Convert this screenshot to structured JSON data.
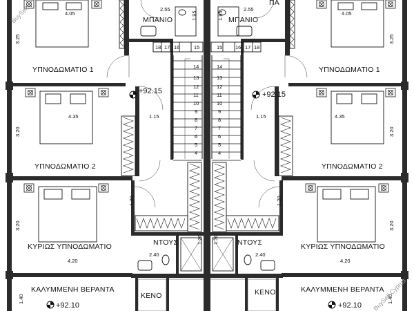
{
  "rooms": {
    "bath_left": "ΜΠΑΝΙΟ",
    "bath_right": "ΜΠΑΝΙΟ",
    "bed1_left": "ΥΠΝΟΔΩΜΑΤΙΟ 1",
    "bed1_right": "ΥΠΝΟΔΩΜΑΤΙΟ 1",
    "bed2_left": "ΥΠΝΟΔΩΜΑΤΙΟ 2",
    "bed2_right": "ΥΠΝΟΔΩΜΑΤΙΟ 2",
    "master_left": "ΚΥΡΙΩΣ ΥΠΝΟΔΩΜΑΤΙΟ",
    "master_right": "ΚΥΡΙΩΣ ΥΠΝΟΔΩΜΑΤΙΟ",
    "shower_left": "ΝΤΟΥΣ",
    "shower_right": "ΝΤΟΥΣ",
    "veranda_left": "ΚΑΛΥΜΜΕΝΗ ΒΕΡΑΝΤΑ",
    "veranda_right": "ΚΑΛΥΜΜΕΝΗ ΒΕΡΑΝΤΑ",
    "void_left": "ΚΕΝΟ",
    "void_right": "ΚΕΝΟ",
    "top_right_fragment": "ΠΑ"
  },
  "levels": {
    "landing_left": "+92.15",
    "landing_right": "+92.15",
    "veranda_left": "+92.10",
    "veranda_right": "+92.10"
  },
  "dimensions": {
    "bed1_width_left": "4.05",
    "bed1_width_right": "4.05",
    "bed1_depth_left": "3.25",
    "bed1_depth_right": "3.25",
    "bath_width_left": "2.55",
    "bath_width_right": "2.55",
    "bath_depth_left": "1.95",
    "bath_depth_right": "1.95",
    "bed2_width_left": "4.35",
    "bed2_width_right": "4.35",
    "bed2_depth_left": "3.20",
    "bed2_depth_right": "3.20",
    "hall_width_left": "1.15",
    "hall_width_right": "1.15",
    "hall_depth_left": "1.20",
    "hall_depth_right": "1.20",
    "master_depth_left": "3.20",
    "master_depth_right": "3.20",
    "master_width_left": "4.20",
    "master_width_right": "4.20",
    "shower_width_left": "2.40",
    "shower_width_right": "2.40",
    "shower_gap_left": "1.30",
    "shower_gap_right": "1.30",
    "veranda_depth_left": "1.40",
    "veranda_depth_right": "1.40"
  },
  "stairs": {
    "left_upper": [
      "18",
      "17",
      "16",
      "15"
    ],
    "right_upper": [
      "15",
      "16",
      "17",
      "18"
    ],
    "left_column": [
      "14",
      "13",
      "12",
      "11",
      "10",
      "9",
      "8",
      "7",
      "6",
      "5",
      "4"
    ],
    "right_column": [
      "14",
      "13",
      "12",
      "11",
      "10",
      "9",
      "8",
      "7",
      "6",
      "5",
      "4"
    ]
  },
  "watermarks": {
    "top_left": "BuySell",
    "bottom_right": "BuySell Cyprus"
  }
}
